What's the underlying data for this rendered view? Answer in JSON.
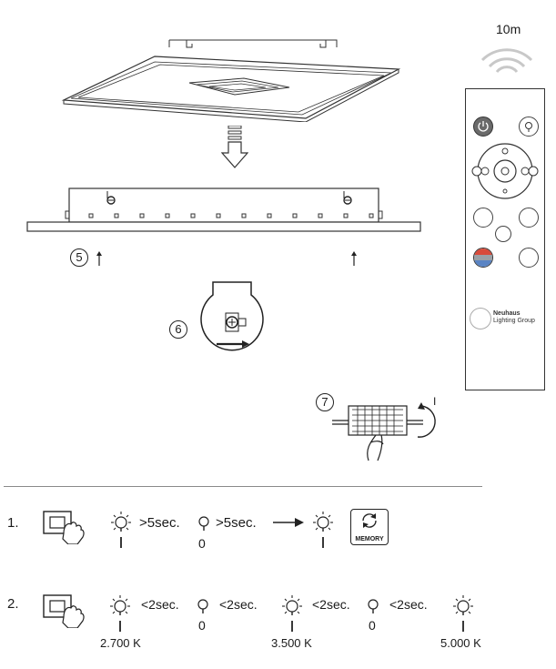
{
  "range_label": "10m",
  "steps_installation": {
    "step5": "5",
    "step6": "6",
    "step7": "7"
  },
  "wire_label": "I",
  "remote": {
    "brand_line1": "Neuhaus",
    "brand_line2": "Lighting Group"
  },
  "instructions": [
    {
      "number": "1.",
      "on_long": ">5sec.",
      "off_long": ">5sec.",
      "off_value": "0",
      "memory_label": "MEMORY"
    },
    {
      "number": "2.",
      "short_1": "<2sec.",
      "short_2": "<2sec.",
      "short_3": "<2sec.",
      "short_4": "<2sec.",
      "off_1": "0",
      "off_2": "0",
      "temp_1": "2.700 K",
      "temp_2": "3.500 K",
      "temp_3": "5.000 K"
    }
  ],
  "icons": {
    "wifi": "wifi-signal-icon",
    "arrow_down": "down-arrow-icon",
    "bulb_on": "bulb-on-icon",
    "bulb_off": "bulb-off-icon",
    "switch_hand": "wall-switch-hand-icon",
    "memory": "memory-icon"
  }
}
